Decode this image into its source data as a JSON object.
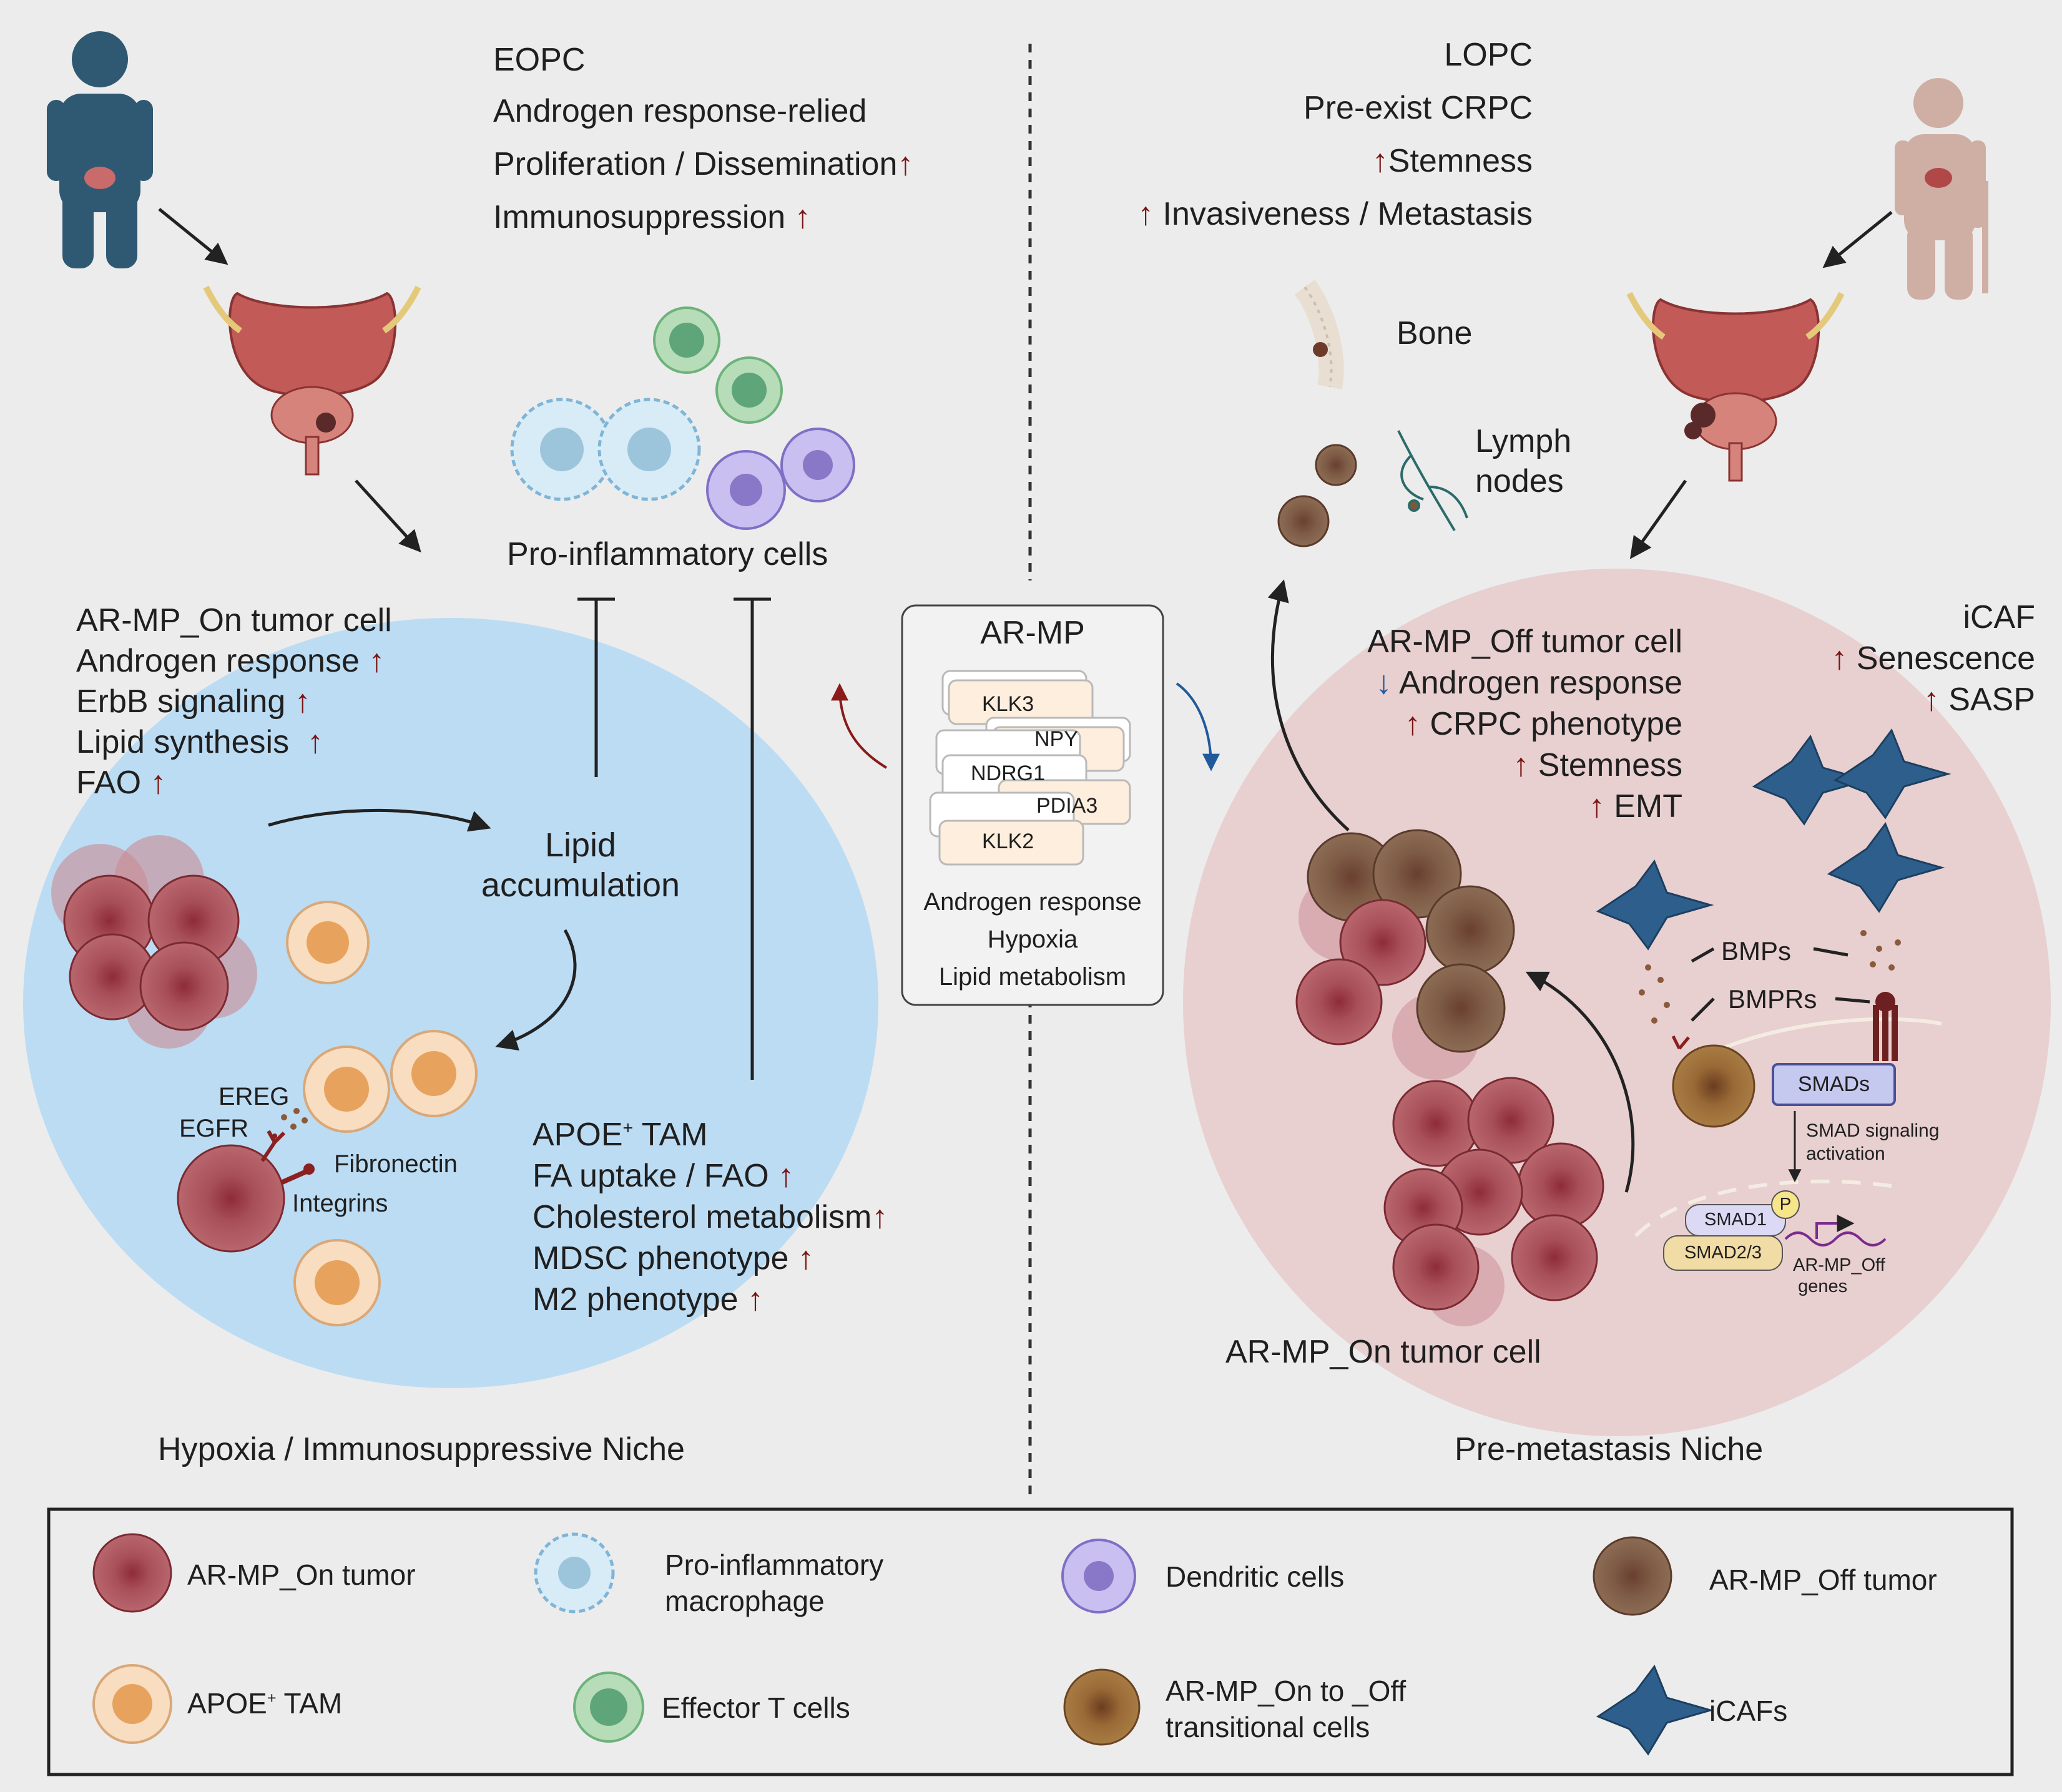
{
  "left_panel": {
    "features": [
      "EOPC",
      "Androgen response-relied",
      "Proliferation / Dissemination",
      "Immunosuppression"
    ],
    "pro_inflammatory_label": "Pro-inflammatory cells",
    "tumor_cell_title": "AR-MP_On tumor cell",
    "tumor_cell_features": [
      "Androgen response",
      "ErbB signaling",
      "Lipid synthesis",
      "FAO"
    ],
    "lipid_line1": "Lipid",
    "lipid_line2": "accumulation",
    "ereg": "EREG",
    "egfr": "EGFR",
    "fibronectin": "Fibronectin",
    "integrins": "Integrins",
    "tam_title": "APOE",
    "tam_title_sup": "+",
    "tam_title_suffix": " TAM",
    "tam_features": [
      "FA uptake / FAO",
      "Cholesterol metabolism",
      "MDSC phenotype",
      "M2 phenotype"
    ],
    "niche_label": "Hypoxia / Immunosuppressive Niche"
  },
  "center_box": {
    "title": "AR-MP",
    "genes": [
      "KLK3",
      "NPY",
      "NDRG1",
      "PDIA3",
      "KLK2"
    ],
    "pathways": [
      "Androgen response",
      "Hypoxia",
      "Lipid metabolism"
    ]
  },
  "right_panel": {
    "features": [
      "LOPC",
      "Pre-exist CRPC",
      "Stemness",
      "Invasiveness / Metastasis"
    ],
    "bone_label": "Bone",
    "lymph_line1": "Lymph",
    "lymph_line2": "nodes",
    "off_title": "AR-MP_Off tumor cell",
    "off_features": [
      "Androgen response",
      "CRPC phenotype",
      "Stemness",
      "EMT"
    ],
    "icaf_title": "iCAF",
    "icaf_features": [
      "Senescence",
      "SASP"
    ],
    "bmps": "BMPs",
    "bmprs": "BMPRs",
    "smads": "SMADs",
    "smad_activation_line1": "SMAD signaling",
    "smad_activation_line2": "activation",
    "smad1": "SMAD1",
    "smad23": "SMAD2/3",
    "p_label": "P",
    "off_genes_line1": "AR-MP_Off",
    "off_genes_line2": "genes",
    "on_cell_label": "AR-MP_On tumor cell",
    "niche_label": "Pre-metastasis Niche"
  },
  "legend": {
    "items": [
      {
        "icon": "ar-mp-on-tumor-icon",
        "line1": "AR-MP_On tumor",
        "line2": ""
      },
      {
        "icon": "pro-inflammatory-macrophage-icon",
        "line1": "Pro-inflammatory",
        "line2": "macrophage"
      },
      {
        "icon": "dendritic-cell-icon",
        "line1": "Dendritic cells",
        "line2": ""
      },
      {
        "icon": "ar-mp-off-tumor-icon",
        "line1": "AR-MP_Off tumor",
        "line2": ""
      },
      {
        "icon": "apoe-tam-icon",
        "line1": "APOE",
        "line2": ""
      },
      {
        "icon": "effector-t-cell-icon",
        "line1": "Effector T cells",
        "line2": ""
      },
      {
        "icon": "transitional-cell-icon",
        "line1": "AR-MP_On to _Off",
        "line2": "transitional cells"
      },
      {
        "icon": "icaf-icon",
        "line1": "iCAFs",
        "line2": ""
      }
    ],
    "apoe_sup": "+",
    "apoe_suffix": " TAM"
  },
  "colors": {
    "background": "#ececec",
    "immune_niche": "#bcdcf3",
    "metastasis_niche": "#e8cfd0",
    "up_arrow": "#7a1414",
    "down_arrow": "#1f5a9c",
    "tumor_on": "#a84a52",
    "tumor_off": "#7a5a42",
    "icaf": "#2e5f8c"
  }
}
